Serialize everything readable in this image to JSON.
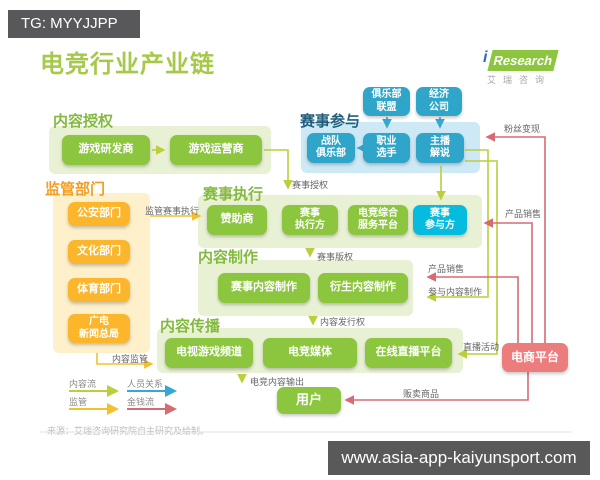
{
  "overlays": {
    "tg_badge": "TG: MYYJJPP",
    "watermark_url": "www.asia-app-kaiyunsport.com"
  },
  "header": {
    "title": "电竞行业产业链",
    "logo_i": "i",
    "logo_text": "Research",
    "logo_subtitle": "艾瑞咨询"
  },
  "sections": {
    "content_license": {
      "title": "内容授权"
    },
    "regulators": {
      "title": "监管部门"
    },
    "event_participation": {
      "title": "赛事参与"
    },
    "event_execution": {
      "title": "赛事执行"
    },
    "content_production": {
      "title": "内容制作"
    },
    "content_distribution": {
      "title": "内容传播"
    }
  },
  "nodes": {
    "game_developer": "游戏研发商",
    "game_operator": "游戏运营商",
    "public_security": "公安部门",
    "culture_dept": "文化部门",
    "sports_dept": "体育部门",
    "radio_tv": [
      "广电",
      "新闻总局"
    ],
    "club_alliance": [
      "俱乐部",
      "联盟"
    ],
    "talent_agency": [
      "经济",
      "公司"
    ],
    "team_club": [
      "战队",
      "俱乐部"
    ],
    "pro_player": [
      "职业",
      "选手"
    ],
    "streamer_caster": [
      "主播",
      "解说"
    ],
    "sponsor": "赞助商",
    "event_executor": [
      "赛事",
      "执行方"
    ],
    "esports_service_platform": [
      "电竞综合",
      "服务平台"
    ],
    "event_participant": [
      "赛事",
      "参与方"
    ],
    "event_content_production": "赛事内容制作",
    "derivative_content_production": "衍生内容制作",
    "tv_game_channel": "电视游戏频道",
    "esports_media": "电竞媒体",
    "online_streaming_platform": "在线直播平台",
    "user": "用户",
    "ecommerce_platform": "电商平台"
  },
  "edge_labels": {
    "event_license": "赛事授权",
    "regulate_execution": "监管赛事执行",
    "event_copyright": "赛事版权",
    "fan_monetization": "粉丝变现",
    "product_sales_participant": "产品销售",
    "product_sales_production": "产品销售",
    "join_content_production": "参与内容制作",
    "content_distribution_rights": "内容发行权",
    "live_events": "直播活动",
    "content_regulation": "内容监管",
    "esports_content_output": "电竞内容输出",
    "sell_goods": "贩卖商品"
  },
  "legend": {
    "content_flow": "内容流",
    "personnel_relation": "人员关系",
    "regulation": "监管",
    "money_flow": "金钱流"
  },
  "source": "来源：艾瑞咨询研究院自主研究及绘制。",
  "colors": {
    "node_green": "#8cc63f",
    "node_yellow": "#fbb62b",
    "node_blue": "#2fa6c9",
    "node_cyan": "#05bcdf",
    "node_pink": "#ed7d7d",
    "panel_green": "#e9f1d5",
    "panel_yellow": "#fdf0cb",
    "panel_blue": "#cde9f5",
    "flow_content": "#bcce3a",
    "flow_regulation": "#f2c12e",
    "flow_personnel": "#35a8d2",
    "flow_money": "#d76b72",
    "title_green": "#a6c94a",
    "title_orange": "#f59d20",
    "title_navy": "#1f5e7d"
  }
}
